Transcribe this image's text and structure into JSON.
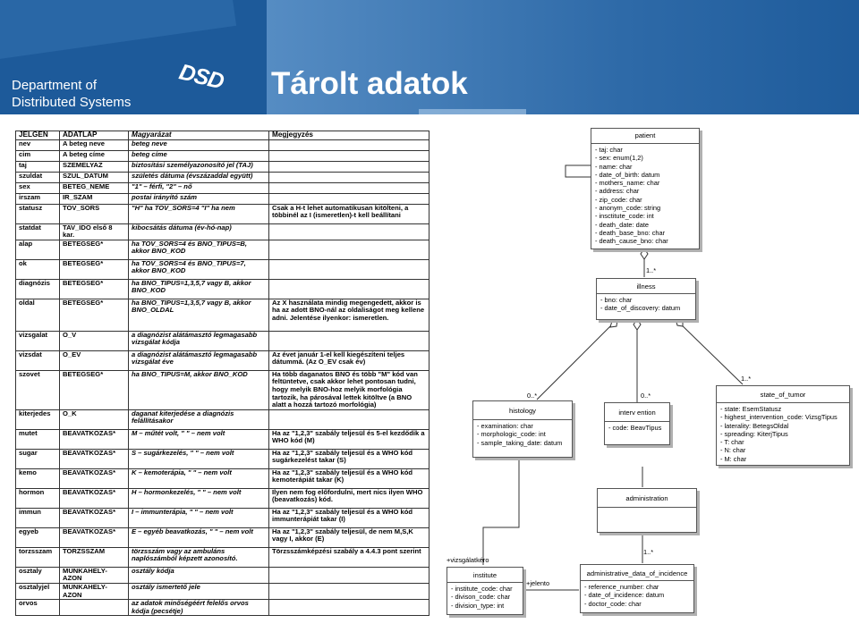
{
  "header": {
    "department_line1": "Department of",
    "department_line2": "Distributed Systems",
    "logo": "DSD",
    "title": "Tárolt adatok",
    "colors": {
      "dark_blue": "#1d5a9a",
      "mid_blue": "#2e6aa8"
    }
  },
  "table": {
    "header": [
      "JELGEN",
      "ADATLAP",
      "Magyarázat",
      "Megjegyzés"
    ],
    "rows": [
      [
        "nev",
        "A beteg neve",
        "beteg neve",
        ""
      ],
      [
        "cim",
        "A beteg címe",
        "beteg címe",
        ""
      ],
      [
        "taj",
        "SZEMELYAZ",
        "biztosítási személyazonosító jel (TAJ)",
        ""
      ],
      [
        "szuldat",
        "SZUL_DATUM",
        "születés dátuma (évszázaddal együtt)",
        ""
      ],
      [
        "sex",
        "BETEG_NEME",
        "\"1\" – férfi, \"2\" – nő",
        ""
      ],
      [
        "irszam",
        "IR_SZAM",
        "postai irányító szám",
        ""
      ],
      [
        "statusz",
        "TOV_SORS",
        "\"H\" ha TOV_SORS=4 \"I\" ha nem",
        "Csak a H-t lehet automatikusan kitölteni, a többinél az I (ismeretlen)-t kell beállítani"
      ],
      [
        "statdat",
        "TAV_IDO első 8 kar.",
        "kibocsátás dátuma (év-hó-nap)",
        ""
      ],
      [
        "alap",
        "BETEGSEG*",
        "ha TOV_SORS=4 és BNO_TIPUS=B, akkor BNO_KOD",
        ""
      ],
      [
        "ok",
        "BETEGSEG*",
        "ha TOV_SORS=4 és BNO_TIPUS=7, akkor BNO_KOD",
        ""
      ],
      [
        "diagnózis",
        "BETEGSEG*",
        "ha BNO_TIPUS=1,3,5,7 vagy B, akkor BNO_KOD",
        ""
      ],
      [
        "oldal",
        "BETEGSEG*",
        "ha BNO_TIPUS=1,3,5,7 vagy B, akkor BNO_OLDAL",
        "Az X használata mindig megengedett, akkor is ha az adott BNO-nál az oldaliságot meg kellene adni. Jelentése ilyenkor: ismeretlen."
      ],
      [
        "vizsgalat",
        "O_V",
        "a diagnózist alátámasztó legmagasabb vizsgálat kódja",
        ""
      ],
      [
        "vizsdat",
        "O_EV",
        "a diagnózist alátámasztó legmagasabb vizsgálat éve",
        "Az évet január 1-el kell kiegészíteni teljes dátummá. (Az O_EV csak év)"
      ],
      [
        "szovet",
        "BETEGSEG*",
        "ha BNO_TIPUS=M, akkor BNO_KOD",
        "Ha több daganatos BNO és több \"M\" kód van feltüntetve, csak akkor lehet pontosan tudni, hogy melyik BNO-hoz melyik morfológia tartozik, ha párosával lettek kitöltve (a BNO alatt a hozzá tartozó morfológia)"
      ],
      [
        "kiterjedes",
        "O_K",
        "daganat kiterjedése a diagnózis felállításakor",
        ""
      ],
      [
        "mutet",
        "BEAVATKOZAS*",
        "M – műtét volt, \" \" – nem volt",
        "Ha az \"1,2,3\" szabály teljesül és 5-el kezdődik a WHO kód (M)"
      ],
      [
        "sugar",
        "BEAVATKOZAS*",
        "S – sugárkezelés, \" \" – nem volt",
        "Ha az \"1,2,3\" szabály teljesül és a WHO kód sugárkezelést takar (S)"
      ],
      [
        "kemo",
        "BEAVATKOZAS*",
        "K – kemoterápia, \" \" – nem volt",
        "Ha az \"1,2,3\" szabály teljesül és a WHO kód kemoterápiát takar (K)"
      ],
      [
        "hormon",
        "BEAVATKOZAS*",
        "H – hormonkezelés, \" \" – nem volt",
        "Ilyen nem fog előfordulni, mert nics ilyen WHO (beavatkozás) kód."
      ],
      [
        "immun",
        "BEAVATKOZAS*",
        "I – immunterápia, \" \" – nem volt",
        "Ha az \"1,2,3\" szabály teljesül és a WHO kód immunterápiát takar (I)"
      ],
      [
        "egyeb",
        "BEAVATKOZAS*",
        "E – egyéb beavatkozás, \" \" – nem volt",
        "Ha az \"1,2,3\" szabály teljesül, de nem M,S,K vagy I, akkor (E)"
      ],
      [
        "torzsszam",
        "TORZSSZAM",
        "törzsszám vagy az ambuláns naplószámból képzett azonosító.",
        "Törzsszámképzési szabály a 4.4.3 pont szerint"
      ],
      [
        "osztaly",
        "MUNKAHELY-AZON",
        "osztály kódja",
        ""
      ],
      [
        "osztalyjel",
        "MUNKAHELY-AZON",
        "osztály ismertető jele",
        ""
      ],
      [
        "orvos",
        "",
        "az adatok minőségéért felelős orvos kódja (pecsétje)",
        ""
      ]
    ]
  },
  "uml": {
    "patient": {
      "name": "patient",
      "attrs": [
        "-   taj:  char",
        "-   sex:  enum(1,2)",
        "-   name:  char",
        "-   date_of_birth:  datum",
        "-   mothers_name:  char",
        "-   address:  char",
        "-   zip_code:  char",
        "-   anonym_code:  string",
        "-   insctitute_code:  int",
        "-   death_date:  date",
        "-   death_base_bno:  char",
        "-   death_cause_bno:  char"
      ]
    },
    "illness": {
      "name": "illness",
      "attrs": [
        "-   bno:  char",
        "-   date_of_discovery:  datum"
      ]
    },
    "histology": {
      "name": "histology",
      "attrs": [
        "-   examination:  char",
        "-   morphologic_code:  int",
        "-   sample_taking_date:  datum"
      ]
    },
    "intervention": {
      "name": "interv ention",
      "attrs": [
        "-   code:  BeavTipus"
      ]
    },
    "state_of_tumor": {
      "name": "state_of_tumor",
      "attrs": [
        "-   state:  EsemStatusz",
        "-   highest_intervention_code:  VizsgTipus",
        "-   laterality:  BetegsOldal",
        "-   spreading:  KiterjTipus",
        "-   T:  char",
        "-   N:  char",
        "-   M:  char"
      ]
    },
    "administration": {
      "name": "administration",
      "attrs": []
    },
    "institute": {
      "name": "institute",
      "attrs": [
        "-   institute_code:  char",
        "-   divison_code:  char",
        "-   division_type:  int"
      ]
    },
    "administrative_data_of_incidence": {
      "name": "administrative_data_of_incidence",
      "attrs": [
        "-   reference_number:  char",
        "-   date_of_incidence:  datum",
        "-   doctor_code:  char"
      ]
    },
    "multiplicities": {
      "illness": "1..*",
      "histology": "0..*",
      "intervention": "0..*",
      "state_of_tumor": "1..*",
      "admin_incidence": "1..*"
    },
    "roles": {
      "vizsgalatkero": "+vizsgálatkéro",
      "jelento": "+jelento"
    }
  }
}
